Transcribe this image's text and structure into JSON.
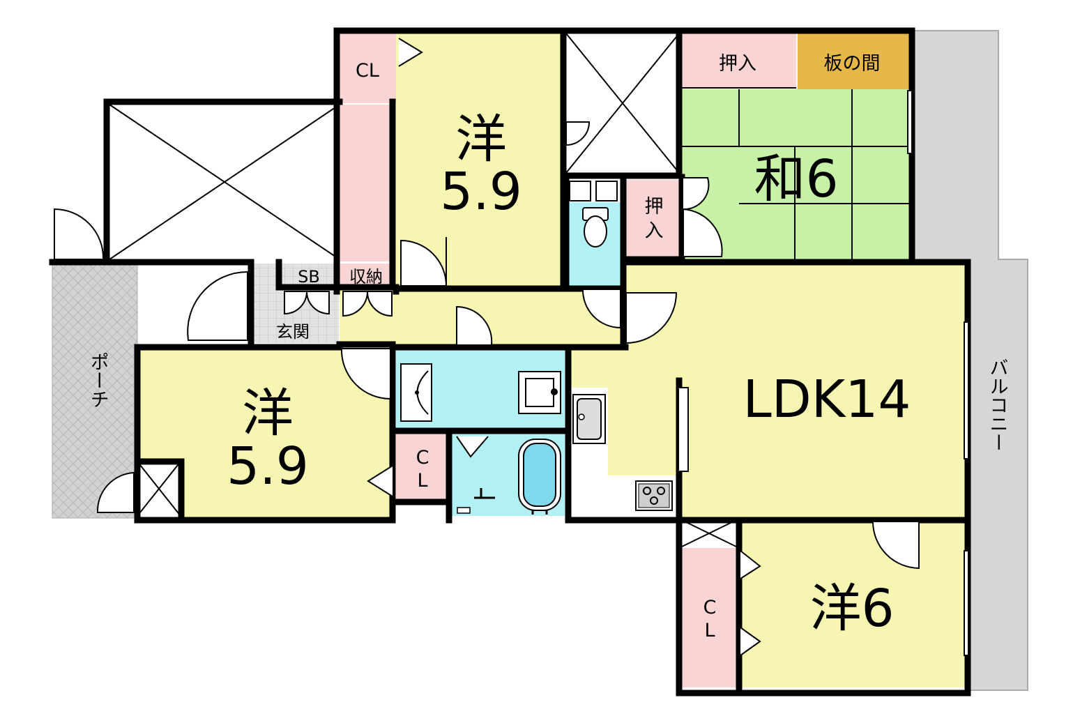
{
  "rooms": {
    "western_top": {
      "kanji": "洋",
      "size": "5.9"
    },
    "western_left": {
      "kanji": "洋",
      "size": "5.9"
    },
    "western_bottom": {
      "label": "洋6"
    },
    "japanese": {
      "label": "和6"
    },
    "ldk": {
      "label": "LDK14"
    }
  },
  "storage": {
    "closet_top": "CL",
    "closet_mid_c": "C",
    "closet_mid_l": "L",
    "closet_bottom_c": "C",
    "closet_bottom_l": "L",
    "oshiire_top": "押入",
    "oshiire_side_1": "押",
    "oshiire_side_2": "入",
    "itanoma": "板の間",
    "shoe_box": "SB",
    "shuno": "収納"
  },
  "areas": {
    "genkan": "玄関",
    "porch": "ポーチ",
    "balcony": "バルコニー"
  },
  "colors": {
    "western": "#f7f5b2",
    "ldk": "#f7f5b2",
    "japanese": "#c6f1a6",
    "closet": "#f8d4d4",
    "wet_area": "#b2f0f4",
    "itanoma": "#e6b84a",
    "balcony": "#d6d6d6",
    "porch": "#cdcdcd"
  }
}
